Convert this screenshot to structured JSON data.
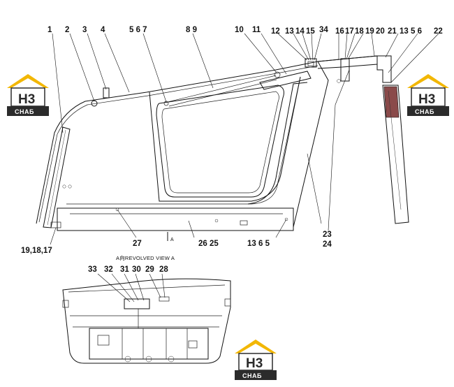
{
  "drawing": {
    "section_caption": "A向REVOLVED VIEW A",
    "section_mark": "A",
    "callouts_top": [
      "1",
      "2",
      "3",
      "4",
      "5 6 7",
      "8 9",
      "10",
      "11",
      "12",
      "13",
      "14",
      "15",
      "34",
      "16",
      "17",
      "18",
      "19",
      "20",
      "21",
      "13 5 6",
      "22"
    ],
    "callouts_bottom": [
      "19,18,17",
      "27",
      "26 25",
      "13 6 5",
      "23",
      "24"
    ],
    "callouts_section": [
      "33",
      "32",
      "31",
      "30",
      "29",
      "28"
    ]
  },
  "logo": {
    "mark": "H3",
    "subtitle": "CHAБ"
  },
  "colors": {
    "logo_yellow": "#f2b705",
    "logo_dark": "#2b2b2b",
    "line": "#111111"
  }
}
